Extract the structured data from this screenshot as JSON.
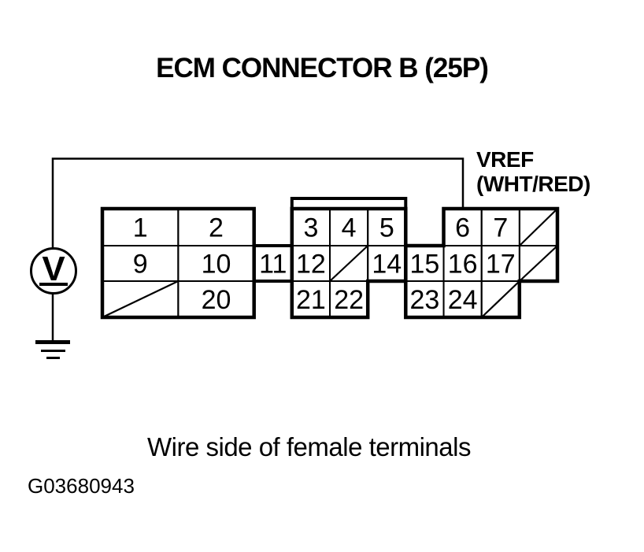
{
  "title": "ECM CONNECTOR B (25P)",
  "wire_label": {
    "signal": "VREF",
    "wire_color": "(WHT/RED)"
  },
  "caption": "Wire side of female terminals",
  "figure_id": "G03680943",
  "meter": {
    "symbol": "V"
  },
  "colors": {
    "ink": "#000000",
    "paper": "#ffffff"
  },
  "connector": {
    "name": "ECM Connector B",
    "pin_count_label": "25P",
    "cells": [
      {
        "label": "1",
        "row": 0,
        "col": 0,
        "span": 2
      },
      {
        "label": "2",
        "row": 0,
        "col": 2,
        "span": 2
      },
      {
        "label": "3",
        "row": 0,
        "col": 5,
        "span": 1
      },
      {
        "label": "4",
        "row": 0,
        "col": 6,
        "span": 1
      },
      {
        "label": "5",
        "row": 0,
        "col": 7,
        "span": 1
      },
      {
        "label": "6",
        "row": 0,
        "col": 9,
        "span": 1
      },
      {
        "label": "7",
        "row": 0,
        "col": 10,
        "span": 1
      },
      {
        "label": "",
        "row": 0,
        "col": 11,
        "span": 1,
        "blocked": true
      },
      {
        "label": "9",
        "row": 1,
        "col": 0,
        "span": 2
      },
      {
        "label": "10",
        "row": 1,
        "col": 2,
        "span": 2
      },
      {
        "label": "11",
        "row": 1,
        "col": 4,
        "span": 1
      },
      {
        "label": "12",
        "row": 1,
        "col": 5,
        "span": 1
      },
      {
        "label": "",
        "row": 1,
        "col": 6,
        "span": 1,
        "blocked": true
      },
      {
        "label": "14",
        "row": 1,
        "col": 7,
        "span": 1
      },
      {
        "label": "15",
        "row": 1,
        "col": 8,
        "span": 1
      },
      {
        "label": "16",
        "row": 1,
        "col": 9,
        "span": 1
      },
      {
        "label": "17",
        "row": 1,
        "col": 10,
        "span": 1
      },
      {
        "label": "",
        "row": 1,
        "col": 11,
        "span": 1,
        "blocked": true
      },
      {
        "label": "",
        "row": 2,
        "col": 0,
        "span": 2,
        "blocked": true
      },
      {
        "label": "20",
        "row": 2,
        "col": 2,
        "span": 2
      },
      {
        "label": "21",
        "row": 2,
        "col": 5,
        "span": 1
      },
      {
        "label": "22",
        "row": 2,
        "col": 6,
        "span": 1
      },
      {
        "label": "23",
        "row": 2,
        "col": 8,
        "span": 1
      },
      {
        "label": "24",
        "row": 2,
        "col": 9,
        "span": 1
      },
      {
        "label": "",
        "row": 2,
        "col": 10,
        "span": 1,
        "blocked": true
      }
    ]
  }
}
